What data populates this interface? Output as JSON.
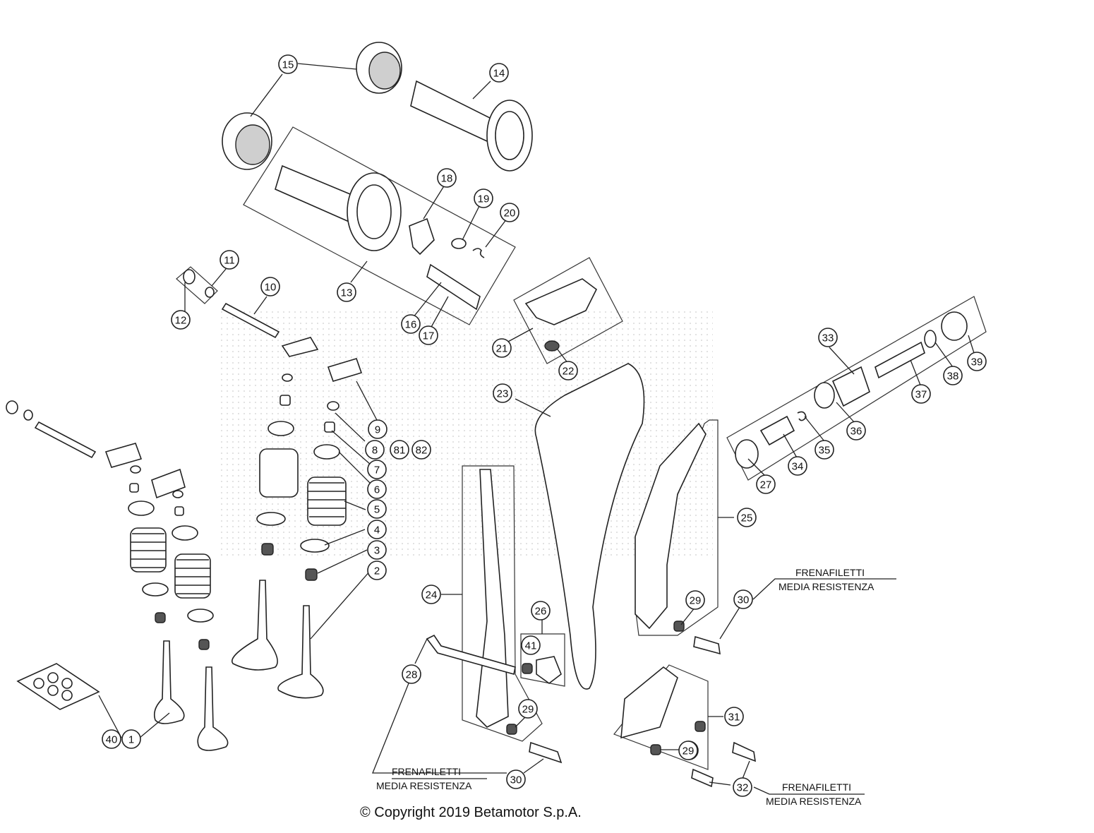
{
  "copyright": "© Copyright 2019 Betamotor S.p.A.",
  "notes": [
    {
      "line1": "FRENAFILETTI",
      "line2": "MEDIA RESISTENZA"
    },
    {
      "line1": "FRENAFILETTI",
      "line2": "MEDIA RESISTENZA"
    },
    {
      "line1": "FRENAFILETTI",
      "line2": "MEDIA RESISTENZA"
    }
  ],
  "callouts": [
    "15",
    "14",
    "13",
    "18",
    "19",
    "20",
    "11",
    "10",
    "12",
    "16",
    "17",
    "21",
    "22",
    "23",
    "33",
    "39",
    "38",
    "37",
    "36",
    "35",
    "34",
    "27",
    "25",
    "9",
    "8",
    "81",
    "82",
    "7",
    "6",
    "5",
    "4",
    "3",
    "2",
    "24",
    "26",
    "41",
    "28",
    "29",
    "29",
    "30",
    "29",
    "30",
    "31",
    "29",
    "32",
    "40",
    "1"
  ]
}
